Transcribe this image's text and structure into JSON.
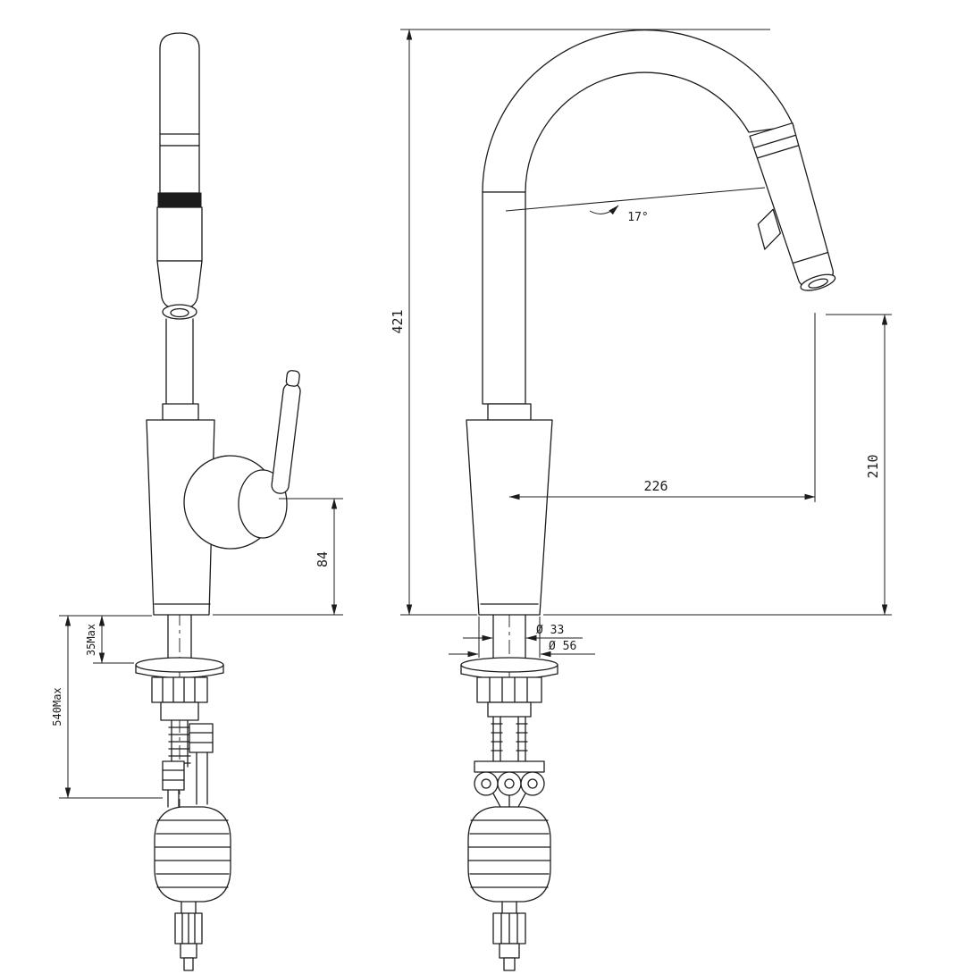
{
  "document": {
    "background": "#ffffff",
    "line_color": "#1c1c1c",
    "type": "technical dimension drawing",
    "subject": "pull-down kitchen faucet, two orthographic views"
  },
  "dimensions": {
    "overall_height": "421",
    "spout_reach": "226",
    "outlet_height": "210",
    "handle_to_base": "84",
    "deck_thickness_max": "35Max",
    "below_counter_max": "540Max",
    "spray_head_angle": "17°",
    "shank_diameter": "Ø 33",
    "base_diameter": "Ø 56"
  }
}
